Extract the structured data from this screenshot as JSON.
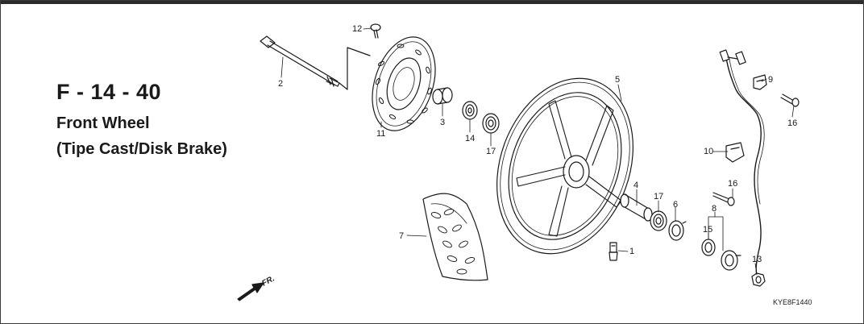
{
  "header": {
    "code": "F - 14 - 40",
    "title": "Front Wheel",
    "subtitle": "(Tipe Cast/Disk Brake)"
  },
  "callouts": [
    "1",
    "2",
    "3",
    "4",
    "5",
    "6",
    "7",
    "8",
    "9",
    "10",
    "11",
    "12",
    "13",
    "14",
    "15",
    "16",
    "16",
    "17",
    "17"
  ],
  "reference_code": "KYE8F1440",
  "direction_label": "FR.",
  "colors": {
    "line": "#1a1a1a",
    "frame": "#3a3a3a"
  }
}
